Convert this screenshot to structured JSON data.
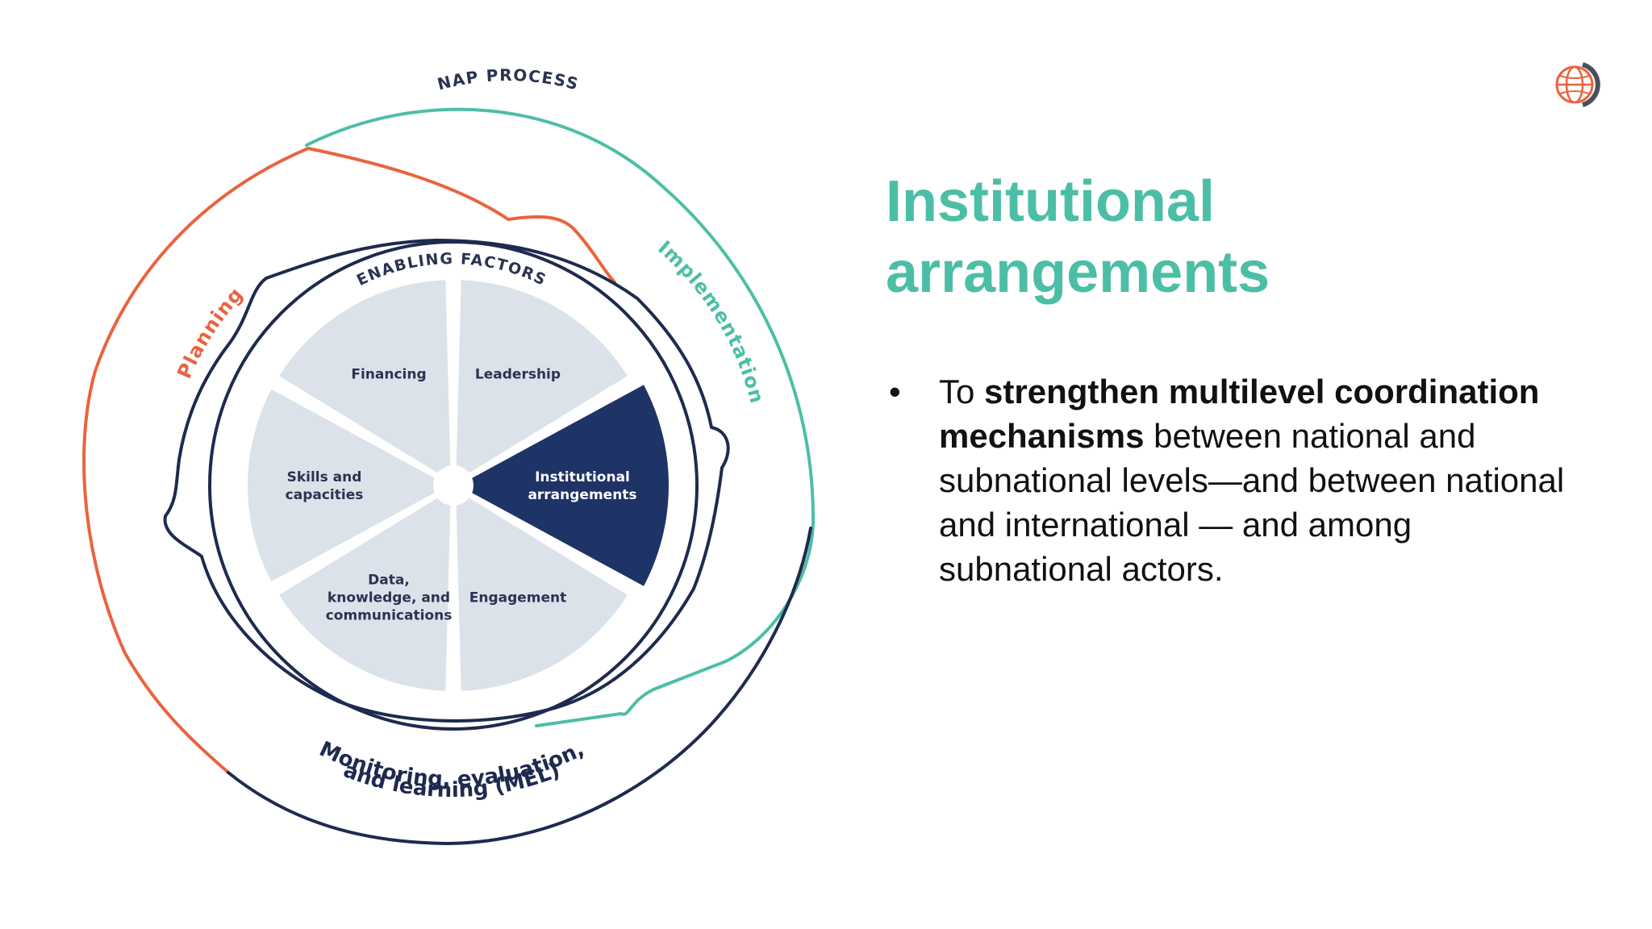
{
  "diagram": {
    "outer_label": "NAP PROCESS",
    "inner_label": "ENABLING FACTORS",
    "stages": {
      "planning": "Planning",
      "implementation": "Implementation",
      "mel_line1": "Monitoring, evaluation,",
      "mel_line2": "and learning (MEL)"
    },
    "segments": [
      {
        "lines": [
          "Financing"
        ],
        "highlighted": false
      },
      {
        "lines": [
          "Leadership"
        ],
        "highlighted": false
      },
      {
        "lines": [
          "Institutional",
          "arrangements"
        ],
        "highlighted": true
      },
      {
        "lines": [
          "Engagement"
        ],
        "highlighted": false
      },
      {
        "lines": [
          "Data,",
          "knowledge, and",
          "communications"
        ],
        "highlighted": false
      },
      {
        "lines": [
          "Skills and",
          "capacities"
        ],
        "highlighted": false
      }
    ],
    "colors": {
      "planning": "#e8643f",
      "implementation": "#4dbea6",
      "mel": "#1f2a4f",
      "segment_fill": "#dce2ea",
      "highlight_fill": "#1e3366"
    }
  },
  "slide": {
    "title_line1": "Institutional",
    "title_line2": "arrangements",
    "bullet": {
      "pre": "To ",
      "bold": "strengthen multilevel coordination mechanisms",
      "post": " between national and subnational levels—and between national and international — and among subnational actors."
    }
  },
  "logo": {
    "icon": "globe-icon"
  }
}
